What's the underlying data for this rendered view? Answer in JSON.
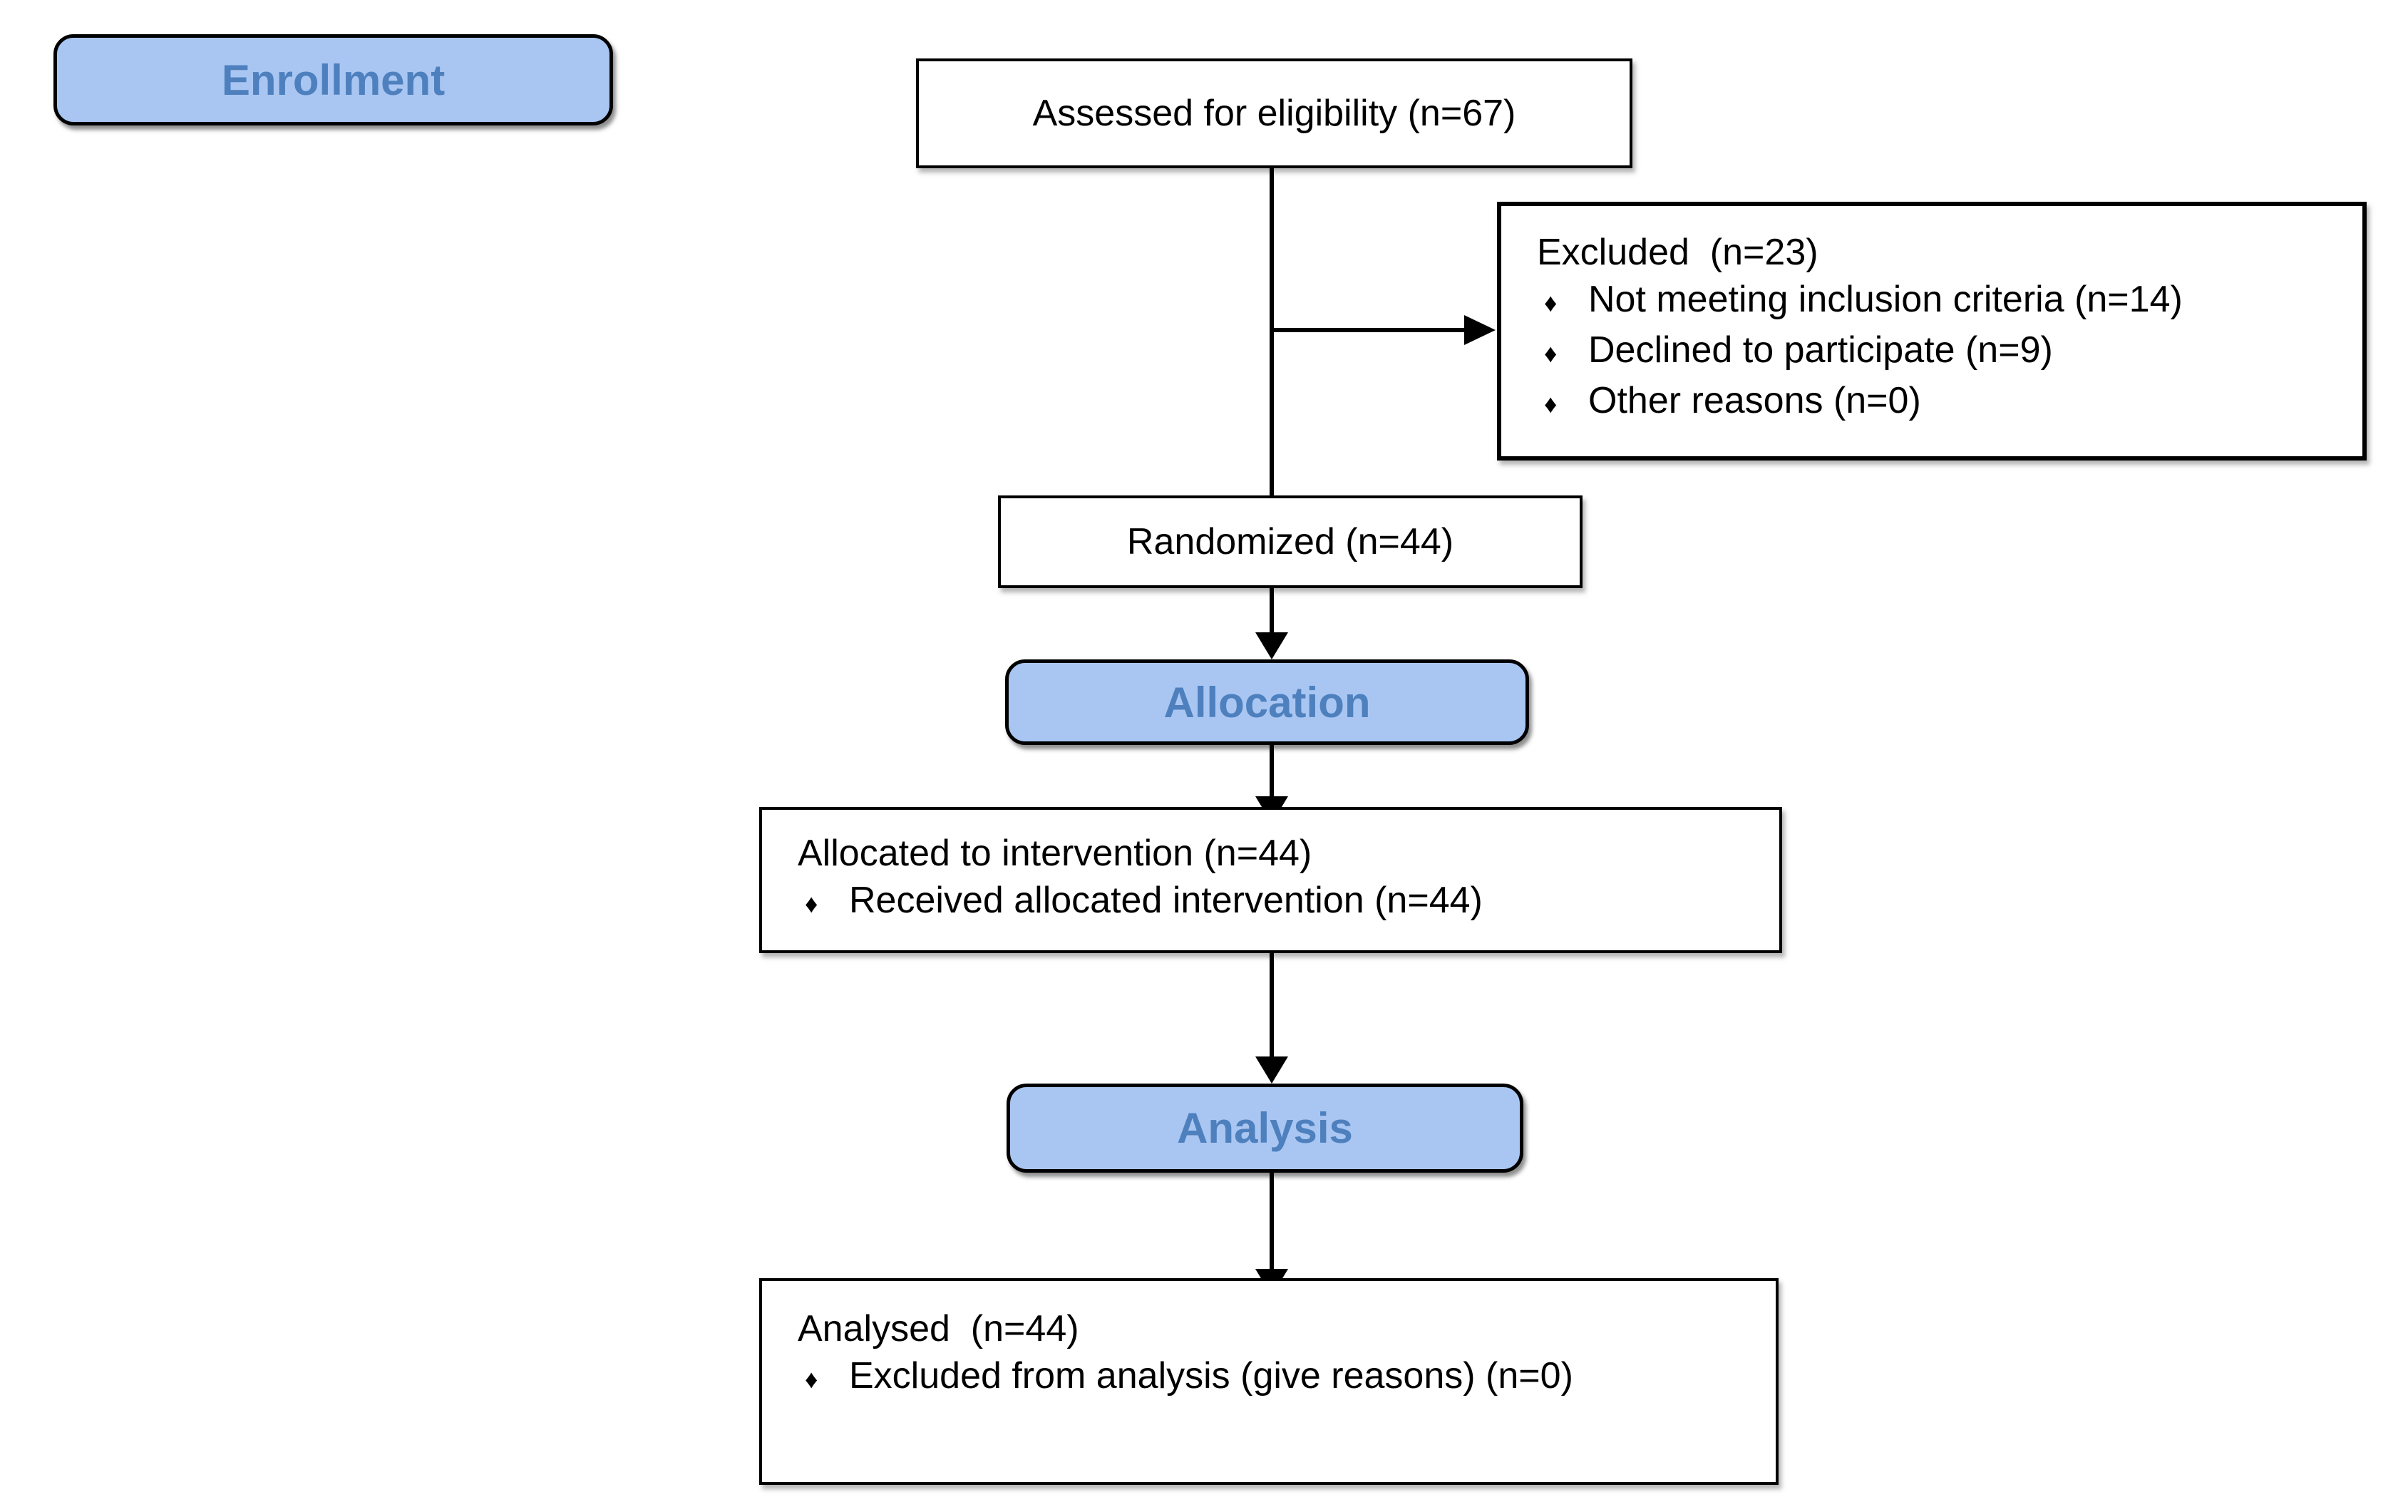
{
  "diagram": {
    "type": "consort-flow",
    "stages": {
      "enrollment": "Enrollment",
      "allocation": "Allocation",
      "analysis": "Analysis"
    },
    "boxes": {
      "assessed": {
        "title": "Assessed for eligibility (n=67)"
      },
      "excluded": {
        "title": "Excluded  (n=23)",
        "bullets": [
          "Not meeting inclusion criteria (n=14)",
          "Declined to participate (n=9)",
          "Other reasons (n=0)"
        ]
      },
      "randomized": {
        "title": "Randomized (n=44)"
      },
      "allocated": {
        "title": "Allocated to intervention (n=44)",
        "bullets": [
          "Received allocated intervention (n=44)"
        ]
      },
      "analysed": {
        "title": "Analysed  (n=44)",
        "bullets": [
          "Excluded from analysis (give reasons) (n=0)"
        ]
      }
    },
    "bullet_glyph": "♦",
    "colors": {
      "stage_fill": "#A9C6F2",
      "stage_text": "#4E80BE",
      "box_border": "#000000",
      "background": "#FFFFFF"
    }
  }
}
